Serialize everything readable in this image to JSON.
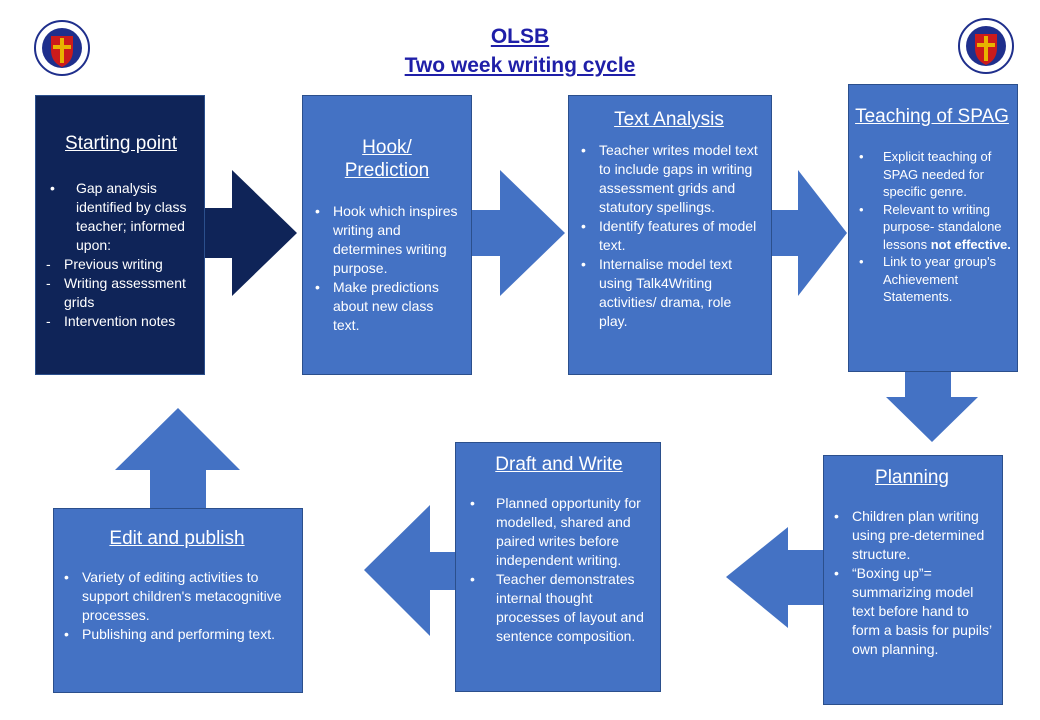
{
  "header": {
    "line1": "OLSB",
    "line2": "Two week writing cycle"
  },
  "colors": {
    "title": "#1f1fa8",
    "box_light": "#4472c4",
    "box_dark": "#0f2458",
    "logo_red": "#cc1b1b",
    "logo_gold": "#e8b400",
    "logo_blue": "#1f2f8c"
  },
  "stages": [
    {
      "title": "Starting point",
      "items": [
        "Gap analysis identified by class teacher; informed upon:",
        "Previous writing",
        "Writing assessment grids",
        "Intervention  notes"
      ]
    },
    {
      "title": "Hook/ Prediction",
      "items": [
        "Hook which inspires writing and determines writing purpose.",
        "Make predictions about new class text."
      ]
    },
    {
      "title": "Text Analysis",
      "items": [
        "Teacher writes model text to include gaps in writing assessment grids and statutory spellings.",
        "Identify  features of model text.",
        "Internalise  model text using Talk4Writing activities/ drama, role play."
      ]
    },
    {
      "title": "Teaching of SPAG",
      "items": [
        "Explicit teaching of SPAG needed for specific genre.",
        "Relevant to writing purpose- standalone lessons",
        "not effective.",
        "Link to year group's Achievement Statements."
      ]
    },
    {
      "title": "Planning",
      "items": [
        "Children plan writing using pre-determined structure.",
        "“Boxing up”= summarizing model text before hand to form a basis for pupils’ own planning."
      ]
    },
    {
      "title": "Draft and Write",
      "items": [
        "Planned opportunity for modelled, shared and paired writes before independent writing.",
        "Teacher demonstrates internal thought processes of layout and sentence composition."
      ]
    },
    {
      "title": "Edit and publish",
      "items": [
        "Variety of editing activities to support children's metacognitive processes.",
        "Publishing and performing text."
      ]
    }
  ]
}
